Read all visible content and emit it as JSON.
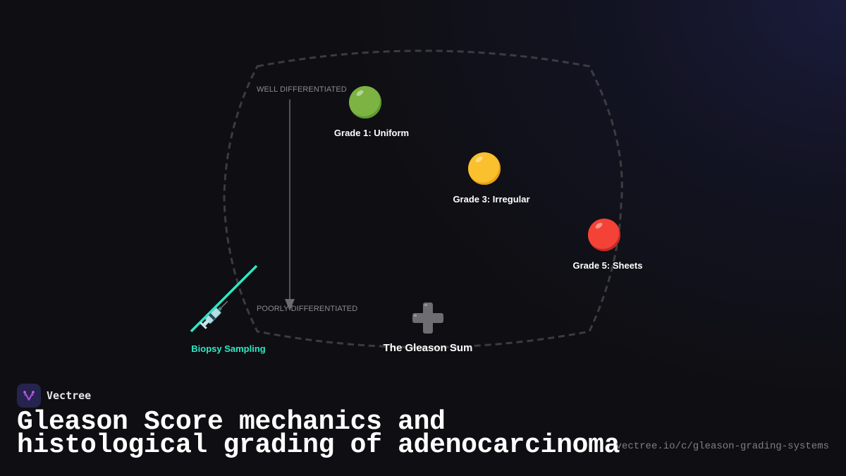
{
  "diagram": {
    "axis": {
      "top_label": "WELL DIFFERENTIATED",
      "bottom_label": "POORLY DIFFERENTIATED"
    },
    "nodes": [
      {
        "id": "grade1",
        "label": "Grade 1: Uniform",
        "icon": "green-circle-icon",
        "color": "#7cb342"
      },
      {
        "id": "grade3",
        "label": "Grade 3: Irregular",
        "icon": "yellow-circle-icon",
        "color": "#fbc02d"
      },
      {
        "id": "grade5",
        "label": "Grade 5: Sheets",
        "icon": "red-circle-icon",
        "color": "#e53935"
      },
      {
        "id": "biopsy",
        "label": "Biopsy Sampling",
        "icon": "syringe-icon",
        "color": "#2ee8c4"
      },
      {
        "id": "sum",
        "label": "The Gleason Sum",
        "icon": "plus-icon",
        "color": "#6e6e72"
      }
    ],
    "colors": {
      "background": "#0f0f13",
      "outline": "#3c3c40",
      "accent": "#2ee8c4",
      "axis": "#6a6a6f"
    }
  },
  "brand": {
    "name": "Vectree",
    "logo_color": "#a64cdb"
  },
  "title": {
    "line1": "Gleason Score mechanics and",
    "line2": "histological grading of adenocarcinoma"
  },
  "url": "vectree.io/c/gleason-grading-systems"
}
